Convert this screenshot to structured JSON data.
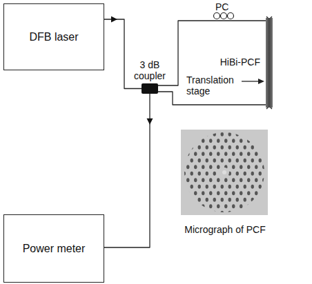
{
  "diagram": {
    "nodes": [
      {
        "text": [
          "DFB laser"
        ]
      },
      {
        "text": [
          "3 dB coupler"
        ]
      },
      {
        "text": [
          "HiBi-PCF"
        ]
      },
      {
        "text": [
          "Power meter"
        ]
      }
    ],
    "edges": [
      {
        "from": 0,
        "to": 1,
        "arrow": "to"
      },
      {
        "from": 1,
        "to": 3,
        "arrow": "to"
      },
      {
        "from": 1,
        "to": 2,
        "arrow": "none"
      },
      {
        "from": 1,
        "to": 2,
        "arrow": "none"
      }
    ],
    "labels": [
      "PC",
      "Translation stage",
      "Micrograph of PCF"
    ]
  }
}
